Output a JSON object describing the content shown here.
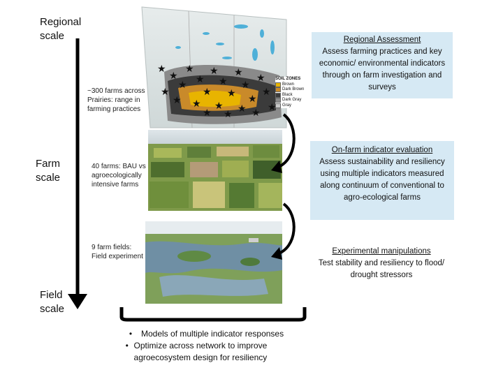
{
  "scales": {
    "regional": "Regional\nscale",
    "farm": "Farm\nscale",
    "field": "Field\nscale"
  },
  "notes": {
    "farms300": "~300 farms across Prairies: range in farming practices",
    "farms40": "40 farms: BAU vs agroecologically intensive farms",
    "fields9": "9 farm fields: Field experiment"
  },
  "boxes": {
    "regional": {
      "title": "Regional Assessment",
      "body": "Assess farming practices and key economic/ environmental indicators through on farm investigation and surveys",
      "bg": "#d6e9f4"
    },
    "onfarm": {
      "title": "On-farm indicator evaluation",
      "body": "Assess sustainability and resiliency using multiple indicators measured along continuum of conventional to agro-ecological farms",
      "bg": "#d6e9f4"
    },
    "experimental": {
      "title": "Experimental manipulations",
      "body": "Test stability and resiliency to flood/ drought stressors",
      "bg": "#d6e9f4"
    }
  },
  "legend": {
    "title": "SOIL ZONES",
    "items": [
      {
        "label": "Brown",
        "color": "#e8b400"
      },
      {
        "label": "Dark Brown",
        "color": "#c98a2a"
      },
      {
        "label": "Black",
        "color": "#3b3b3b"
      },
      {
        "label": "Dark Gray",
        "color": "#8a8a8a"
      },
      {
        "label": "Gray",
        "color": "#c8c8c8"
      }
    ]
  },
  "bullets": [
    "Models of multiple indicator responses",
    "Optimize across network to improve agroecosystem design for resiliency"
  ]
}
